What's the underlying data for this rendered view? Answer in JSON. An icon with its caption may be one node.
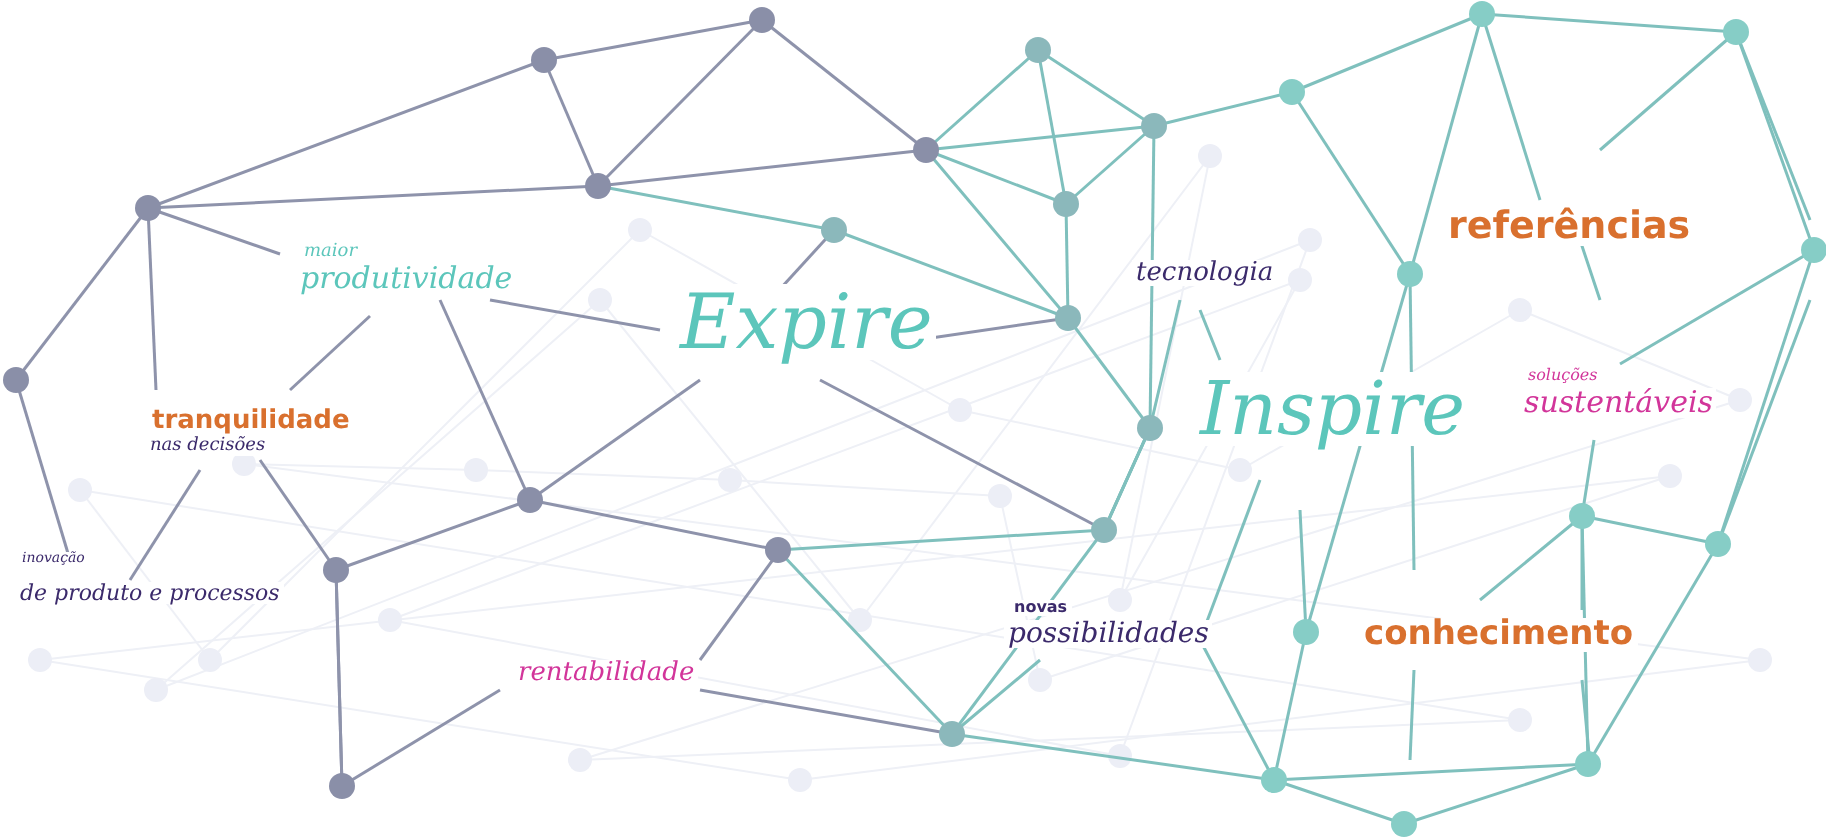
{
  "diagram": {
    "labels": [
      "referências",
      "maior",
      "produtividade",
      "tecnologia",
      "Expire",
      "soluções",
      "sustentáveis",
      "Inspire",
      "tranquilidade",
      "nas decisões",
      "inovação",
      "de produto e processos",
      "novas",
      "possibilidades",
      "conhecimento",
      "rentabilidade"
    ]
  }
}
